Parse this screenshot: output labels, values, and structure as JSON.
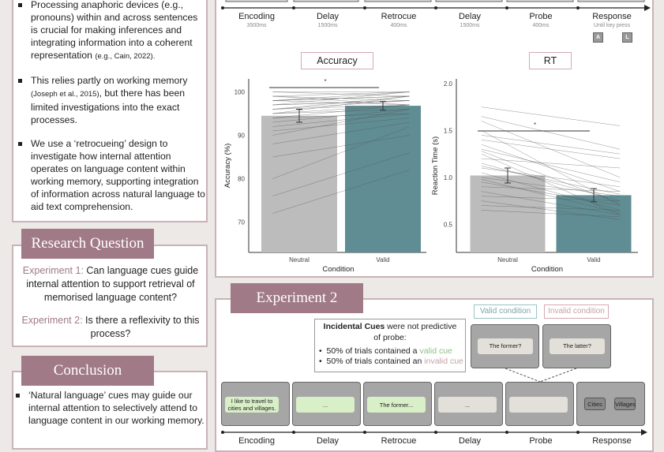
{
  "intro": {
    "bullets": [
      {
        "text": "Processing anaphoric devices (e.g., pronouns) within and across sentences is crucial for making inferences and integrating information into a coherent representation",
        "cite": "(e.g., Cain, 2022)."
      },
      {
        "pre": "This relies partly on working memory",
        "cite": "(Joseph et al., 2015)",
        "post": ", but there has been limited investigations into the exact processes."
      },
      {
        "text": "We use a ‘retrocueing’ design to investigate how internal attention operates on language content within working memory, supporting integration of information across natural language to aid text comprehension."
      }
    ]
  },
  "research_question": {
    "title": "Research Question",
    "exp1_label": "Experiment 1:",
    "exp1_text": "Can language cues guide internal attention to support retrieval of memorised language content?",
    "exp2_label": "Experiment 2:",
    "exp2_text": "Is there a reflexivity to this process?"
  },
  "conclusion": {
    "title": "Conclusion",
    "bullet": "‘Natural language’ cues may guide our internal attention to selectively attend to language content in our working memory."
  },
  "exp1_timeline": [
    {
      "label": "Encoding",
      "sub": "3500ms"
    },
    {
      "label": "Delay",
      "sub": "1500ms"
    },
    {
      "label": "Retrocue",
      "sub": "400ms"
    },
    {
      "label": "Delay",
      "sub": "1500ms"
    },
    {
      "label": "Probe",
      "sub": "400ms"
    },
    {
      "label": "Response",
      "sub": "Until key press"
    }
  ],
  "response_keys": [
    "A",
    "L"
  ],
  "chart_data": [
    {
      "type": "bar",
      "title": "Accuracy",
      "categories": [
        "Neutral",
        "Valid"
      ],
      "values": [
        94.5,
        96.8
      ],
      "errors": [
        1.5,
        1.0
      ],
      "xlabel": "Condition",
      "ylabel": "Accuracy (%)",
      "ylim": [
        63,
        103
      ],
      "yticks": [
        70,
        80,
        90,
        100
      ],
      "significance": "*",
      "colors": [
        "#bcbcbc",
        "#5f8d93"
      ],
      "participants": [
        [
          98,
          99
        ],
        [
          97,
          98
        ],
        [
          99,
          100
        ],
        [
          96,
          98
        ],
        [
          95,
          99
        ],
        [
          94,
          97
        ],
        [
          100,
          99
        ],
        [
          98,
          97
        ],
        [
          93,
          96
        ],
        [
          97,
          100
        ],
        [
          99,
          98
        ],
        [
          96,
          97
        ],
        [
          92,
          95
        ],
        [
          95,
          97
        ],
        [
          98,
          100
        ],
        [
          90,
          96
        ],
        [
          97,
          98
        ],
        [
          100,
          100
        ],
        [
          94,
          95
        ],
        [
          96,
          99
        ],
        [
          88,
          93
        ],
        [
          99,
          97
        ],
        [
          98,
          99
        ],
        [
          95,
          96
        ],
        [
          91,
          94
        ],
        [
          85,
          90
        ],
        [
          72,
          82
        ],
        [
          76,
          86
        ],
        [
          80,
          92
        ]
      ]
    },
    {
      "type": "bar",
      "title": "RT",
      "categories": [
        "Neutral",
        "Valid"
      ],
      "values": [
        1.02,
        0.81
      ],
      "errors": [
        0.08,
        0.07
      ],
      "xlabel": "Condition",
      "ylabel": "Reaction Time (s)",
      "ylim": [
        0.2,
        2.05
      ],
      "yticks": [
        0.5,
        1.0,
        1.5,
        2.0
      ],
      "significance": "*",
      "colors": [
        "#bcbcbc",
        "#5f8d93"
      ],
      "participants": [
        [
          1.75,
          1.55
        ],
        [
          1.6,
          1.0
        ],
        [
          1.5,
          0.7
        ],
        [
          1.4,
          1.2
        ],
        [
          1.35,
          0.85
        ],
        [
          1.3,
          0.95
        ],
        [
          1.25,
          0.6
        ],
        [
          1.2,
          1.1
        ],
        [
          1.15,
          0.75
        ],
        [
          1.1,
          0.9
        ],
        [
          1.05,
          0.65
        ],
        [
          1.0,
          0.8
        ],
        [
          0.95,
          0.7
        ],
        [
          0.9,
          0.85
        ],
        [
          0.85,
          0.6
        ],
        [
          0.8,
          0.75
        ],
        [
          0.75,
          0.55
        ],
        [
          0.7,
          0.65
        ],
        [
          0.65,
          0.58
        ],
        [
          1.65,
          1.3
        ],
        [
          1.45,
          1.25
        ],
        [
          1.28,
          0.72
        ],
        [
          0.98,
          0.62
        ],
        [
          1.12,
          0.82
        ]
      ]
    }
  ],
  "experiment2": {
    "title": "Experiment 2",
    "note_bold": "Incidental Cues",
    "note_rest": "were not predictive of probe:",
    "note_items": [
      {
        "pre": "50% of trials contained a",
        "cue": "valid cue",
        "color": "#8fbf86"
      },
      {
        "pre": "50% of trials contained an",
        "cue": "invalid cue",
        "color": "#c7a0a8"
      }
    ],
    "valid_label": "Valid condition",
    "invalid_label": "Invalid condition",
    "valid_bubble": "The former?",
    "invalid_bubble": "The latter?",
    "screens": [
      {
        "text": "I like to travel to cities and villages.",
        "style": "green"
      },
      {
        "text": "...",
        "style": "green"
      },
      {
        "text": "The former...",
        "style": "green"
      },
      {
        "text": "...",
        "style": "plain"
      },
      {
        "text": "",
        "style": "plain"
      },
      {
        "text": "",
        "style": "response"
      }
    ],
    "response_options": [
      "Cities",
      "Villages"
    ],
    "timeline_labels": [
      "Encoding",
      "Delay",
      "Retrocue",
      "Delay",
      "Probe",
      "Response"
    ]
  }
}
